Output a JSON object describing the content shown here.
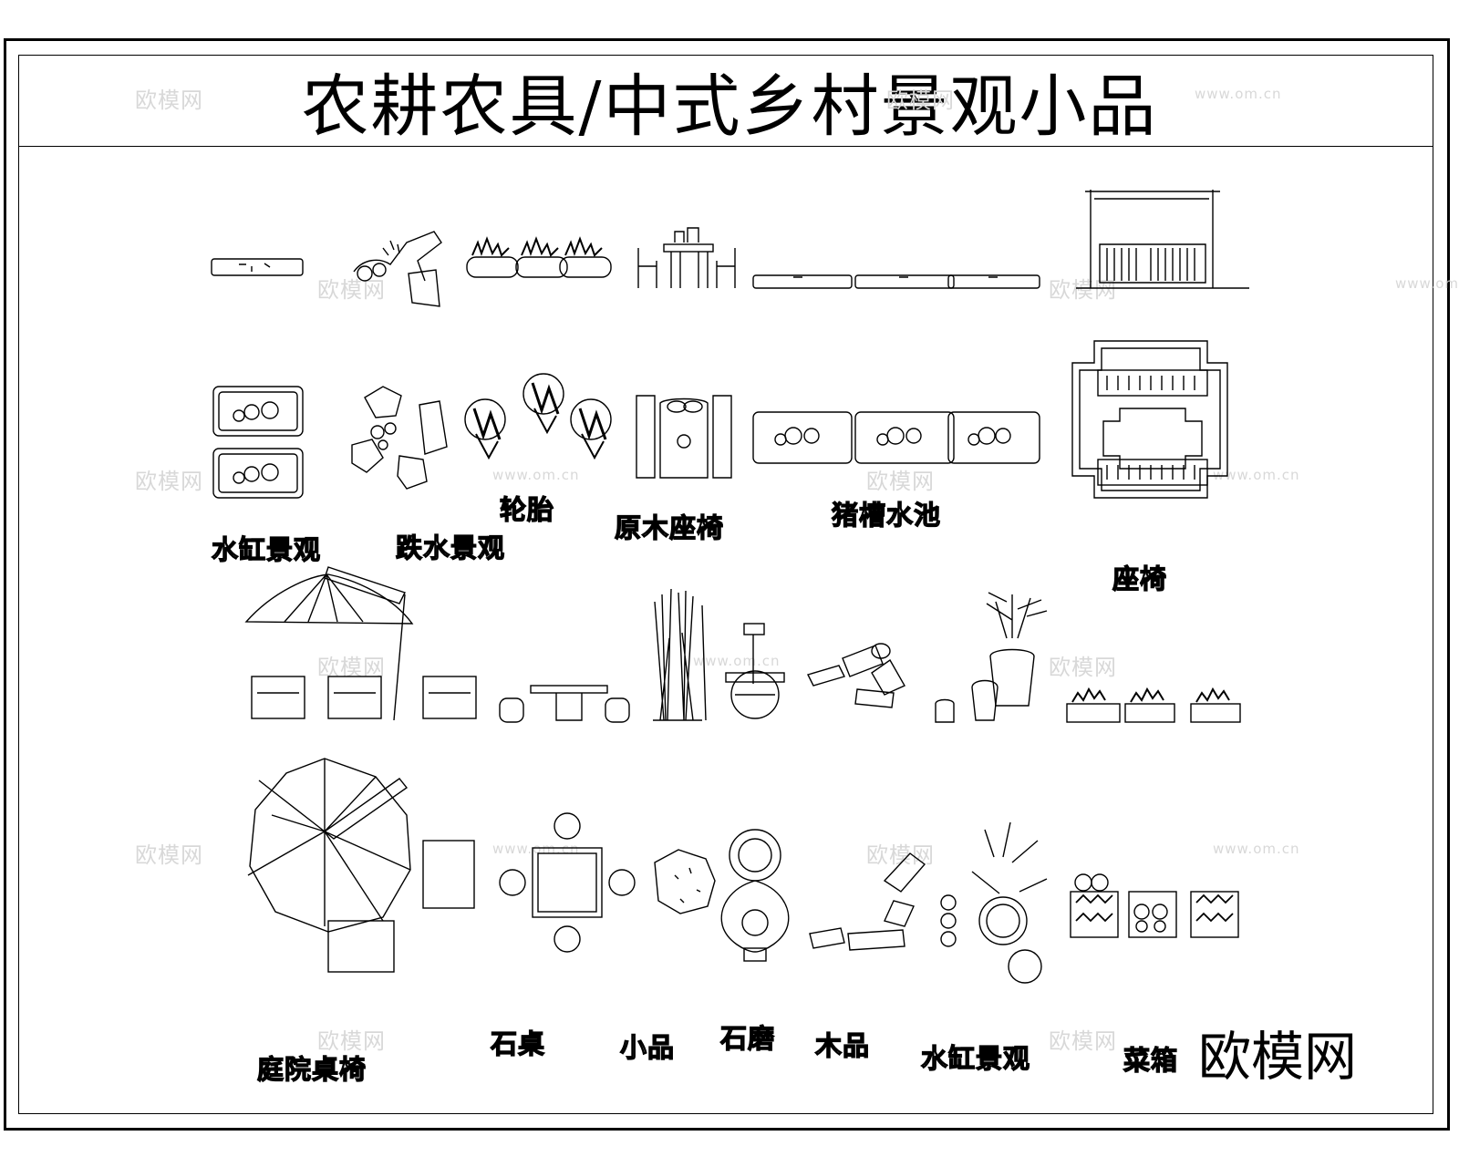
{
  "title": "农耕农具/中式乡村景观小品",
  "brand": "欧模网",
  "watermark": {
    "logo": "欧模网",
    "url": "www.om.cn"
  },
  "labels": {
    "water_tank_1": "水缸景观",
    "cascade": "跌水景观",
    "tire": "轮胎",
    "log_bench": "原木座椅",
    "trough_pool": "猪槽水池",
    "bench": "座椅",
    "courtyard_table": "庭院桌椅",
    "stone_table": "石桌",
    "small_item": "小品",
    "stone_mill": "石磨",
    "wood_item": "木品",
    "water_tank_2": "水缸景观",
    "veg_box": "菜箱"
  }
}
